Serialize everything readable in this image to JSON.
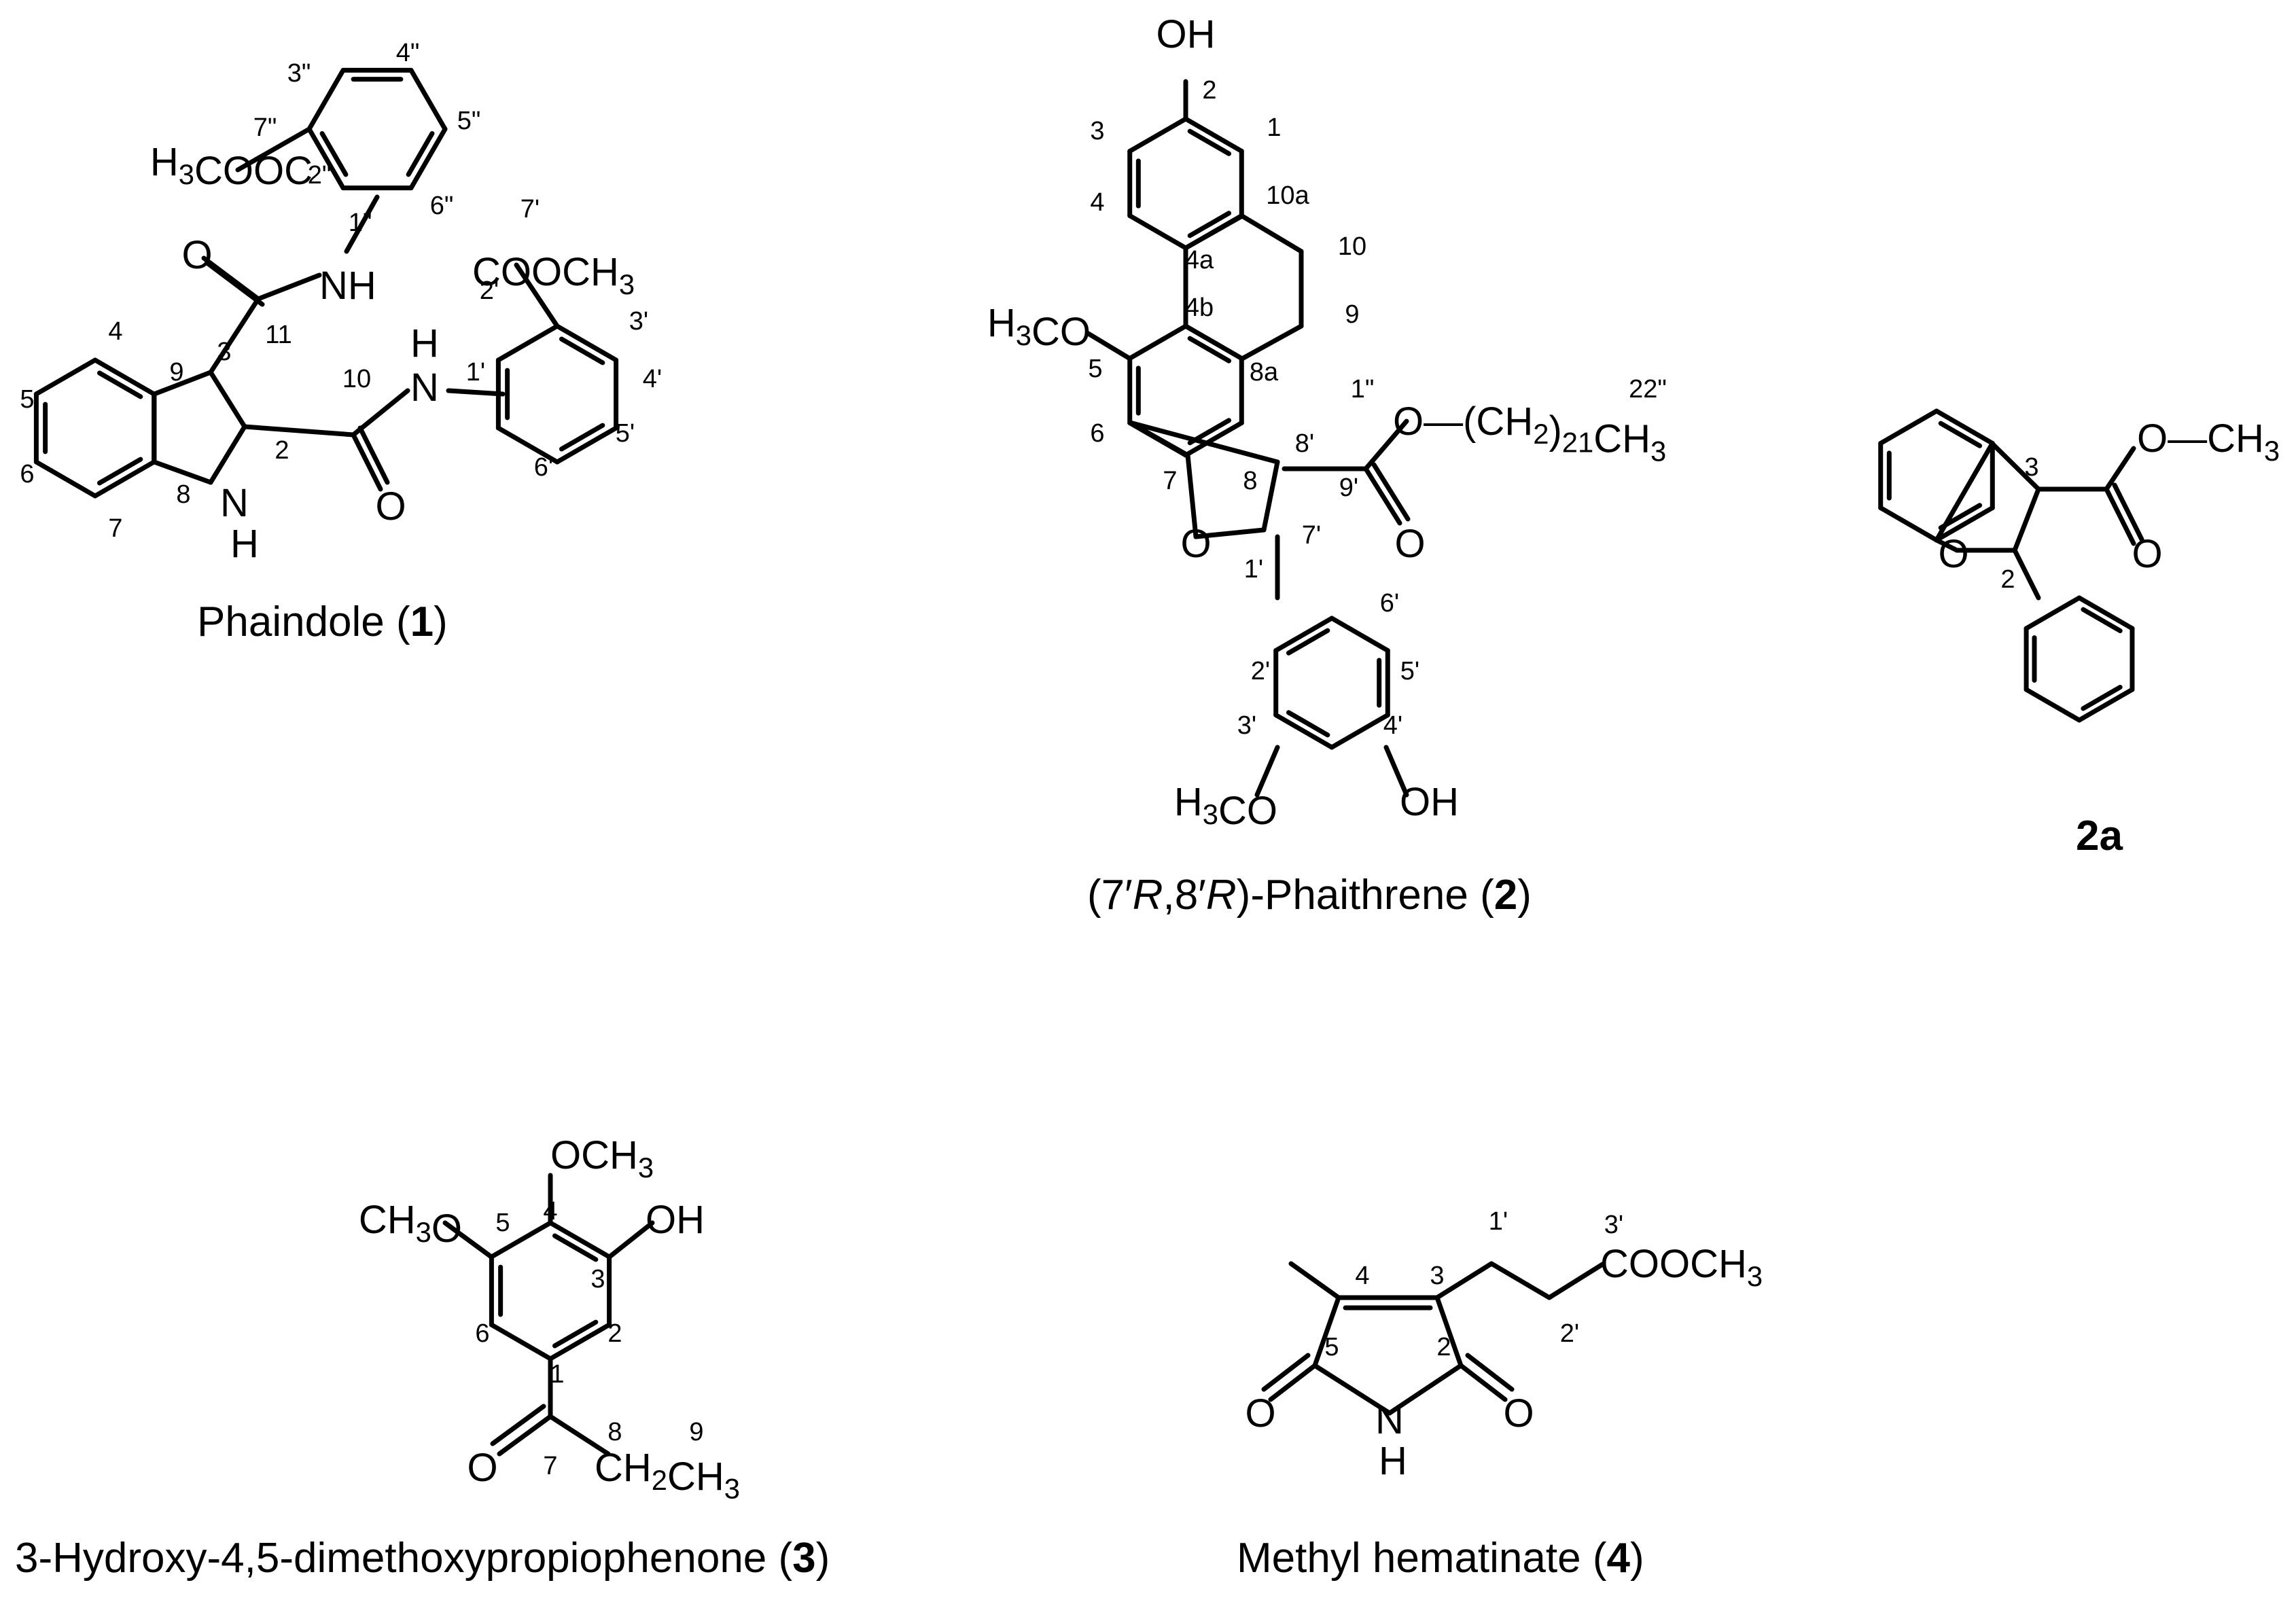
{
  "compound1": {
    "caption_name": "Phaindole (",
    "caption_num": "1",
    "caption_close": ")",
    "labels": {
      "ester_top": "H3COOC",
      "ester_right": "COOCH3",
      "nh_upper": "NH",
      "h_amide": "H",
      "n_amide": "N",
      "nh_indole_n": "N",
      "nh_indole_h": "H",
      "o_upper": "O",
      "o_lower": "O"
    },
    "numbers": [
      "3\"",
      "4\"",
      "5\"",
      "6\"",
      "7\"",
      "2\"",
      "1\"",
      "7'",
      "2'",
      "3'",
      "4'",
      "5'",
      "6'",
      "1'",
      "4",
      "5",
      "6",
      "7",
      "8",
      "9",
      "3",
      "2",
      "11",
      "10"
    ]
  },
  "compound2": {
    "caption_pre": "(7′",
    "caption_r1": "R",
    "caption_mid": ",8′",
    "caption_r2": "R",
    "caption_name": ")-Phaithrene (",
    "caption_num": "2",
    "caption_close": ")",
    "labels": {
      "oh_top": "OH",
      "methoxy_left": "H3CO",
      "ester_chain": "O—(CH2)21CH3",
      "carbonyl_o": "O",
      "ring_o": "O",
      "methoxy_bottom": "H3CO",
      "oh_bottom": "OH"
    },
    "numbers": [
      "2",
      "1",
      "3",
      "4",
      "10a",
      "10",
      "4a",
      "4b",
      "9",
      "5",
      "8a",
      "6",
      "7",
      "8",
      "8'",
      "9'",
      "7'",
      "1'",
      "6'",
      "2'",
      "5'",
      "3'",
      "4'",
      "1\"",
      "22\""
    ]
  },
  "compound2a": {
    "caption": "2a",
    "labels": {
      "ester": "O—CH3",
      "carbonyl_o": "O",
      "ring_o": "O"
    },
    "numbers": [
      "3",
      "2"
    ]
  },
  "compound3": {
    "caption_name": "3-Hydroxy-4,5-dimethoxypropiophenone (",
    "caption_num": "3",
    "caption_close": ")",
    "labels": {
      "och3_top": "OCH3",
      "ch3o_left": "CH3O",
      "oh_right": "OH",
      "ketone_o": "O",
      "chain": "CH2CH3"
    },
    "numbers": [
      "4",
      "5",
      "3",
      "6",
      "2",
      "1",
      "8",
      "9",
      "7"
    ]
  },
  "compound4": {
    "caption_name": "Methyl hematinate (",
    "caption_num": "4",
    "caption_close": ")",
    "labels": {
      "ester": "COOCH3",
      "o_left": "O",
      "o_right": "O",
      "n": "N",
      "h": "H"
    },
    "numbers": [
      "1'",
      "3'",
      "4",
      "3",
      "2'",
      "5",
      "2"
    ]
  },
  "colors": {
    "ink": "#000000",
    "background": "#ffffff"
  }
}
